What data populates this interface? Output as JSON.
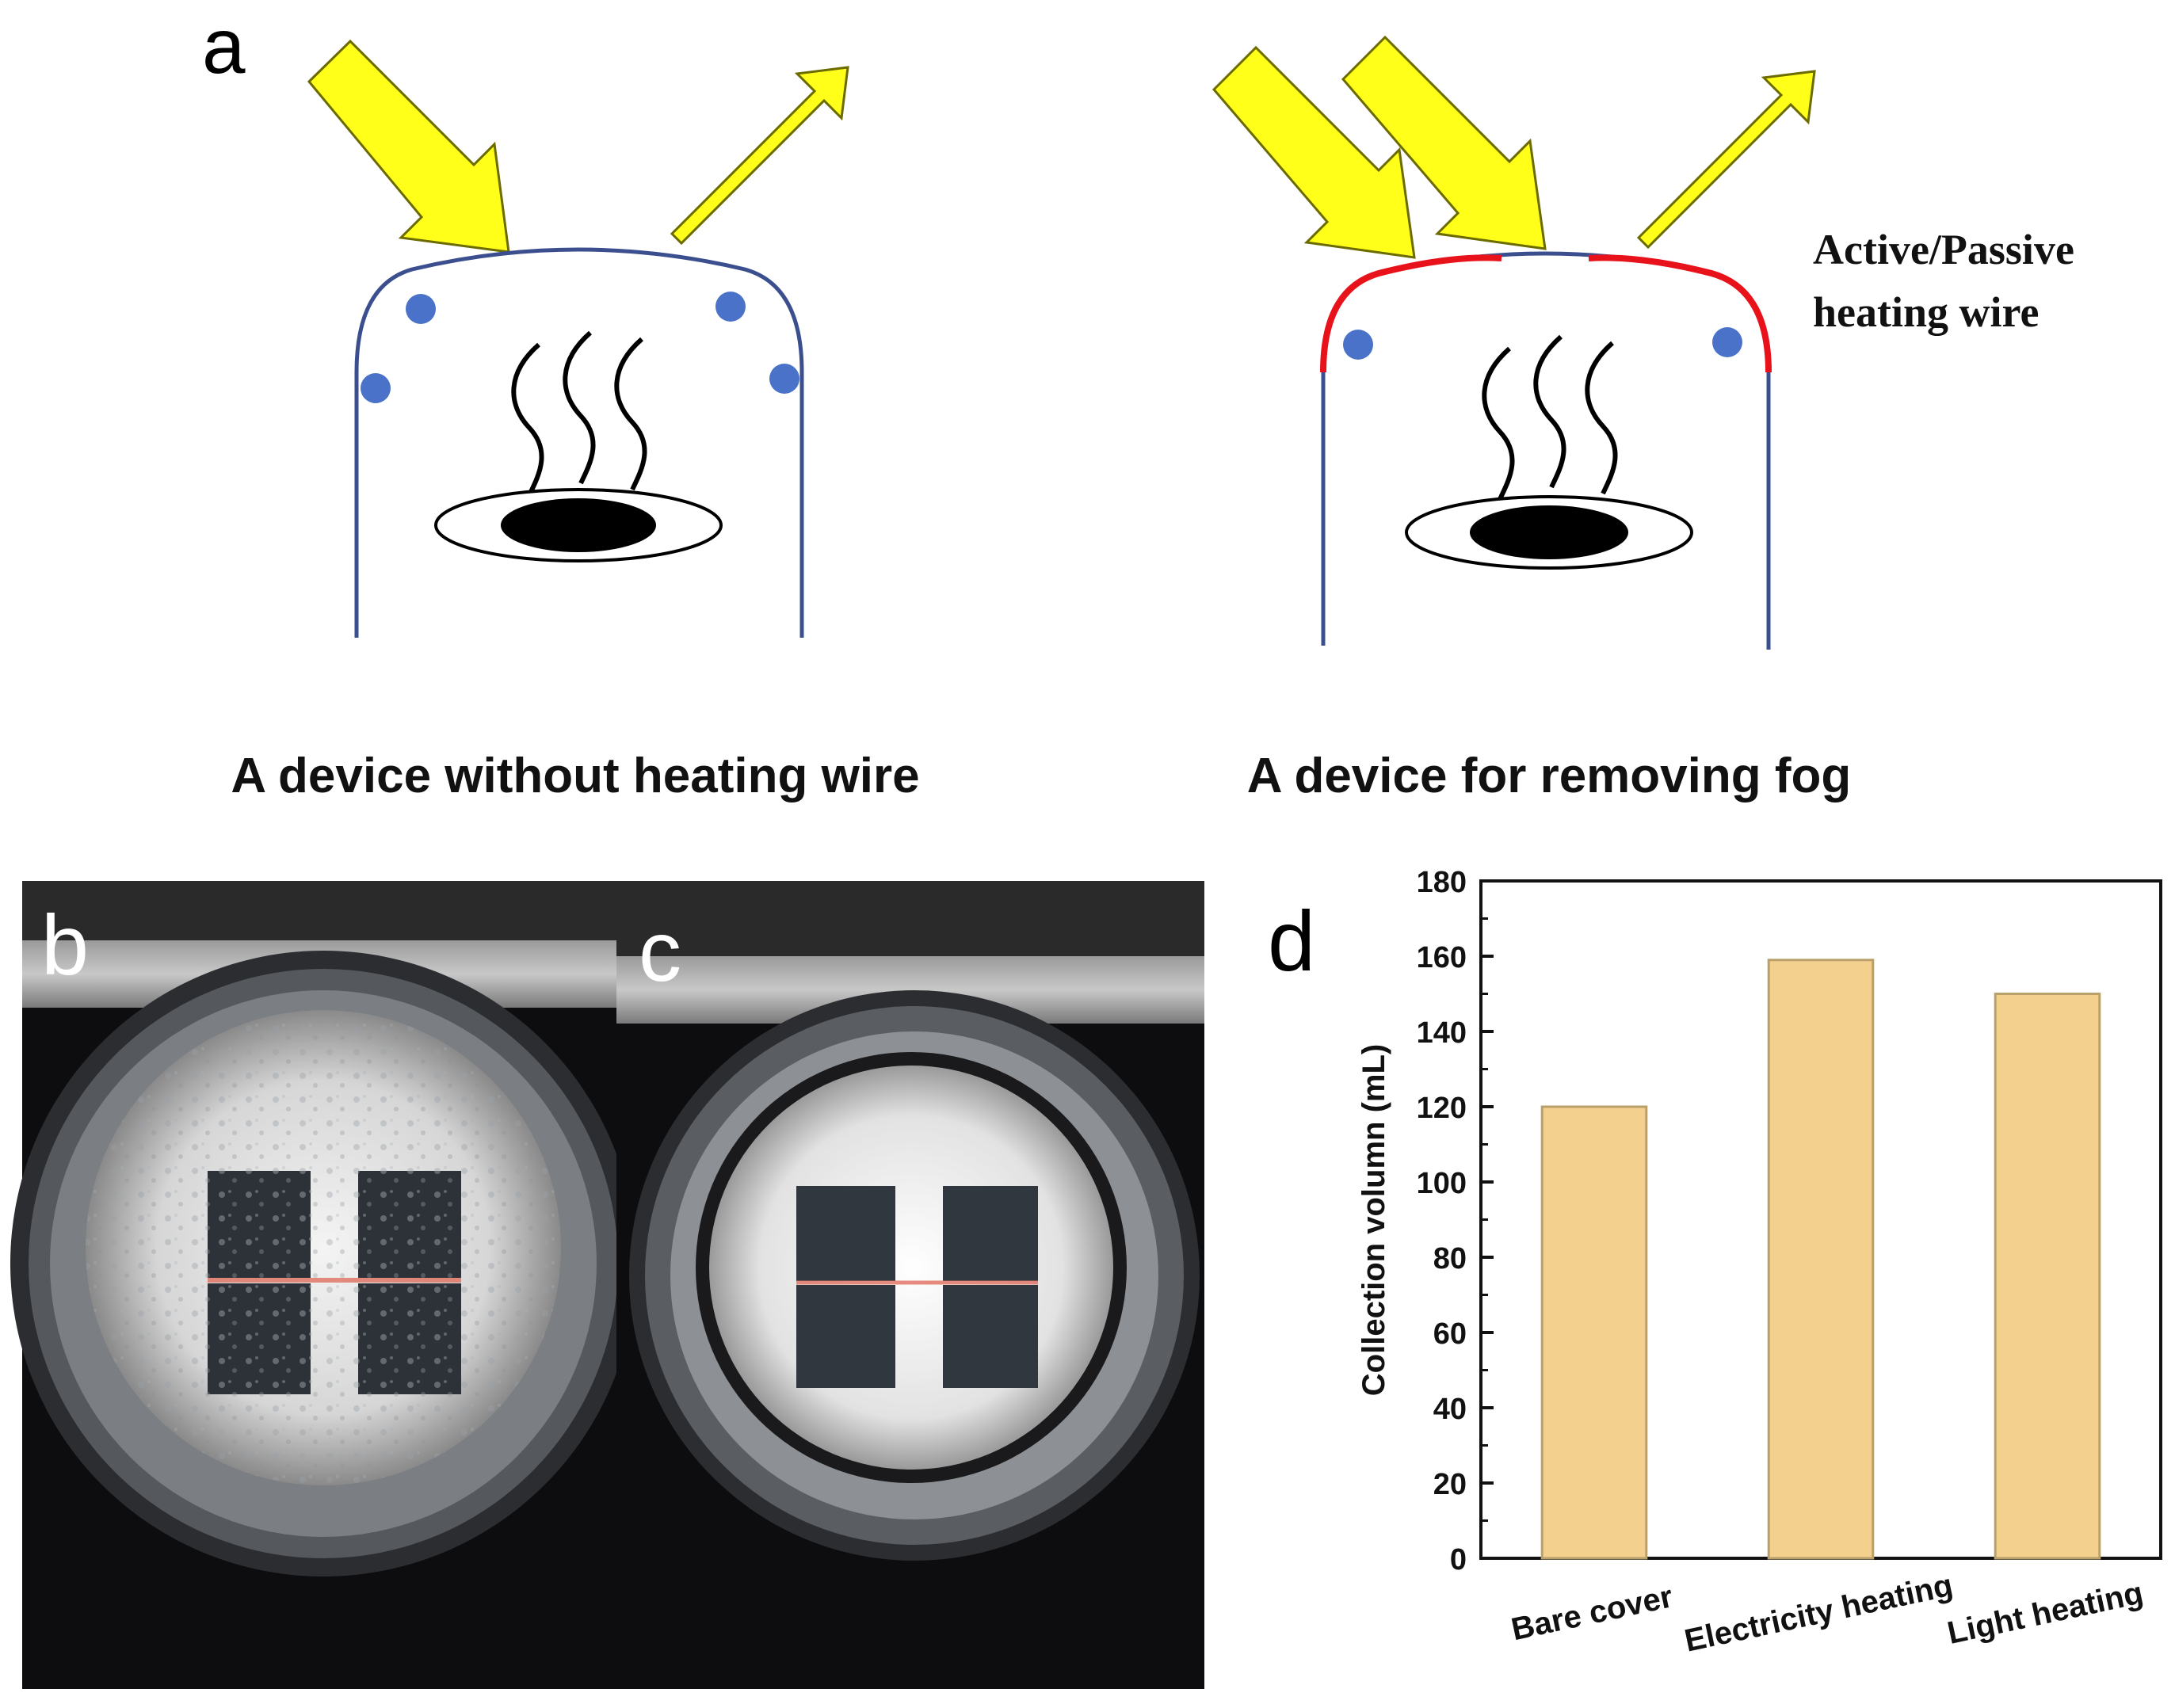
{
  "figure": {
    "panel_a": {
      "letter": "a",
      "left_caption": "A device without heating wire",
      "right_caption": "A device for removing fog",
      "wire_label_line1": "Active/Passive",
      "wire_label_line2": "heating wire"
    },
    "panel_b": {
      "letter": "b"
    },
    "panel_c": {
      "letter": "c"
    },
    "panel_d": {
      "letter": "d"
    }
  },
  "colors": {
    "arrow_fill": "#ffff1a",
    "arrow_stroke": "#6b6b00",
    "cover_line": "#3b4f8f",
    "heating_wire": "#e8121b",
    "droplet": "#4a72c8",
    "bar_fill": "#f4d08e",
    "bar_stroke": "#b9a06b"
  },
  "chart_data": {
    "type": "bar",
    "categories": [
      "Bare cover",
      "Electricity heating",
      "Light heating"
    ],
    "values": [
      120,
      159,
      150
    ],
    "title": "",
    "xlabel": "",
    "ylabel": "Collection volumn (mL)",
    "ylim": [
      0,
      180
    ],
    "yticks": [
      "0",
      "20",
      "40",
      "60",
      "80",
      "100",
      "120",
      "140",
      "160",
      "180"
    ],
    "grid": false
  }
}
